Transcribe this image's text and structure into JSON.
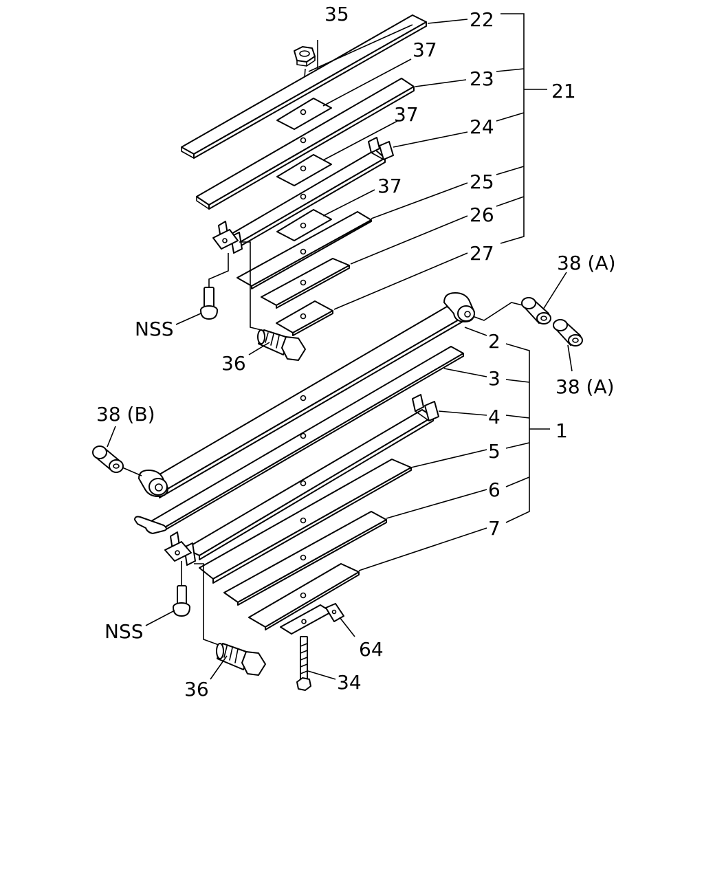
{
  "labels": {
    "p35": "35",
    "p22": "22",
    "p37a": "37",
    "p23": "23",
    "p21": "21",
    "p37b": "37",
    "p24": "24",
    "p25": "25",
    "p37c": "37",
    "p26": "26",
    "p27": "27",
    "p38a_top": "38 (A)",
    "p38a_bottom": "38 (A)",
    "nss_top": "NSS",
    "p36_top": "36",
    "p2": "2",
    "p3": "3",
    "p38b": "38 (B)",
    "p4": "4",
    "p1": "1",
    "p5": "5",
    "p6": "6",
    "p7": "7",
    "nss_bottom": "NSS",
    "p64": "64",
    "p34": "34",
    "p36_bottom": "36"
  },
  "colors": {
    "line": "#000000",
    "background": "#ffffff"
  }
}
